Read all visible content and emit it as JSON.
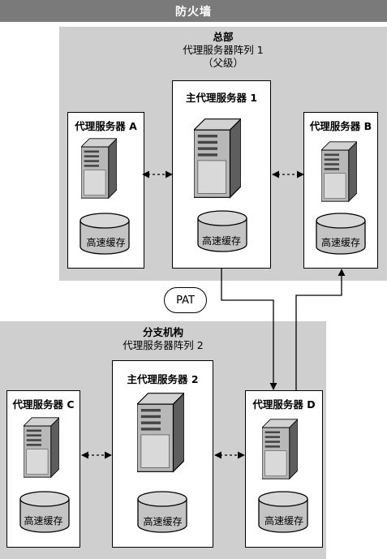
{
  "firewall": {
    "label": "防火墙"
  },
  "hq": {
    "title": "总部",
    "subtitle": "代理服务器阵列 1",
    "note": "（父级）",
    "parent": {
      "label": "主代理服务器 1",
      "cache": "高速缓存"
    },
    "left": {
      "label": "代理服务器 A",
      "cache": "高速缓存"
    },
    "right": {
      "label": "代理服务器 B",
      "cache": "高速缓存"
    }
  },
  "branch": {
    "title": "分支机构",
    "subtitle": "代理服务器阵列 2",
    "parent": {
      "label": "主代理服务器 2",
      "cache": "高速缓存"
    },
    "left": {
      "label": "代理服务器 C",
      "cache": "高速缓存"
    },
    "right": {
      "label": "代理服务器 D",
      "cache": "高速缓存"
    }
  },
  "pat": {
    "label": "PAT"
  }
}
